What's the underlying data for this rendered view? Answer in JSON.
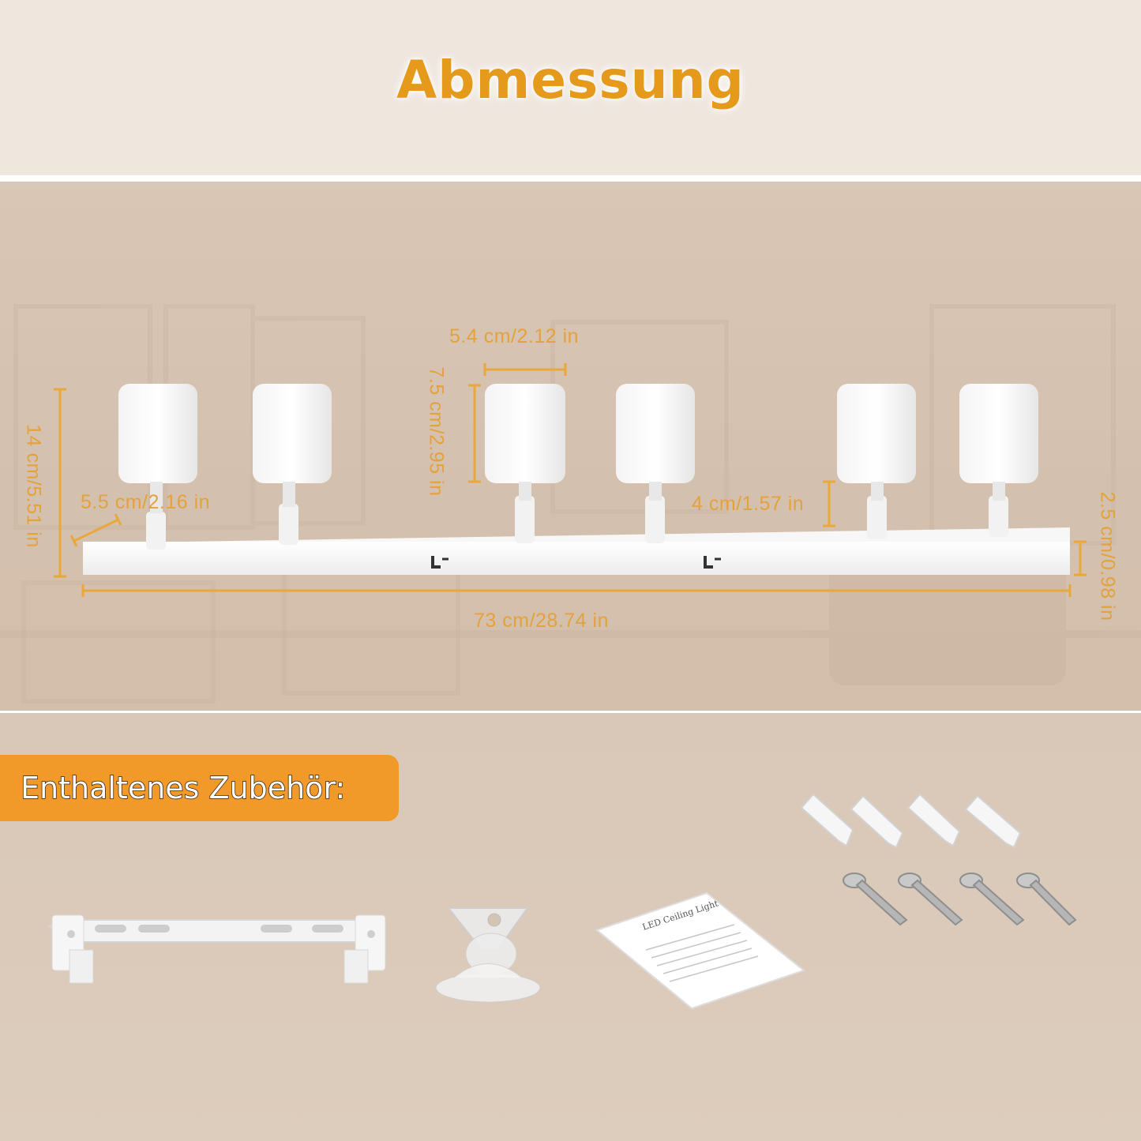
{
  "header": {
    "title": "Abmessung"
  },
  "dimensions": {
    "shade_width": "5.4 cm/2.12 in",
    "shade_height": "7.5 cm/2.95 in",
    "total_height": "14 cm/5.51 in",
    "base_depth": "5.5 cm/2.16 in",
    "stem_height": "4 cm/1.57 in",
    "base_thickness": "2.5 cm/0.98 in",
    "total_length": "73 cm/28.74 in"
  },
  "accessories": {
    "title": "Enthaltenes Zubehör:",
    "items": [
      {
        "name": "mounting-bracket"
      },
      {
        "name": "suction-cup-tool"
      },
      {
        "name": "instruction-manual",
        "text": "LED Ceiling Light"
      },
      {
        "name": "wall-plugs",
        "count": 4
      },
      {
        "name": "screws",
        "count": 4
      }
    ]
  },
  "colors": {
    "accent": "#e59a1c",
    "dimension_line": "#e8a83a",
    "badge": "#f19a2a"
  }
}
